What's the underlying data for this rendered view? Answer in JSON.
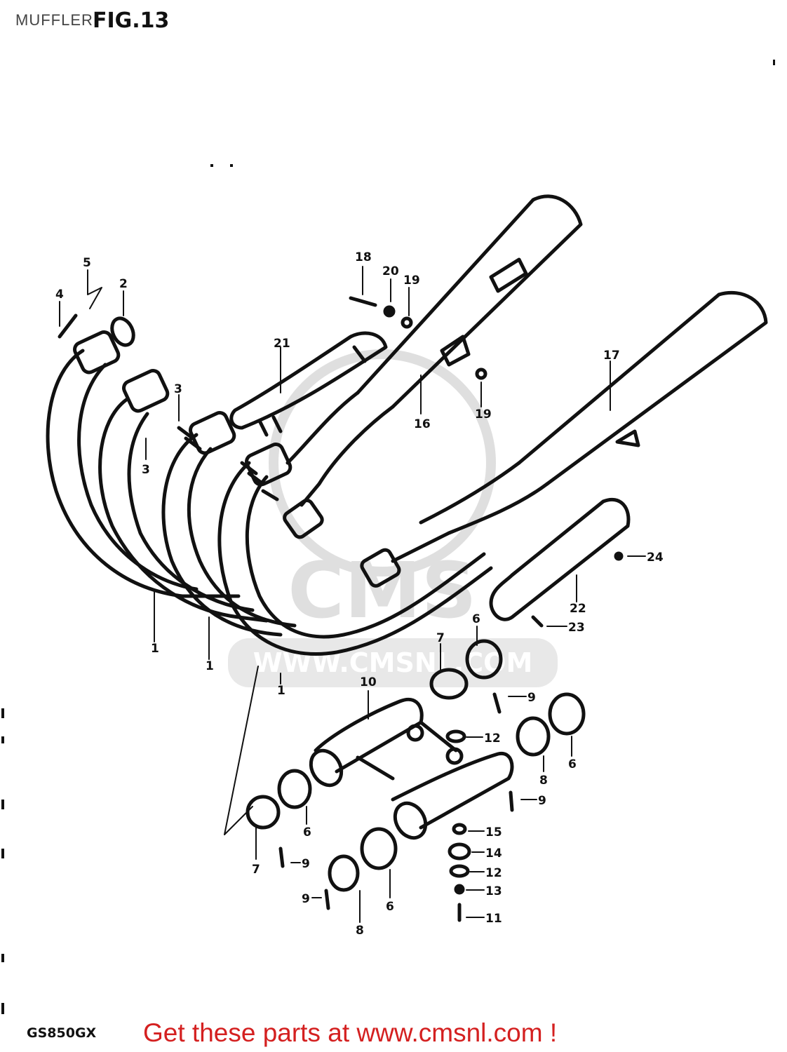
{
  "header": {
    "title": "MUFFLER",
    "figure": "FIG.13"
  },
  "watermark": {
    "brand": "CMS",
    "url": "WWW.CMSNL.COM"
  },
  "footer": {
    "model": "GS850GX",
    "link_text": "Get these parts at www.cmsnl.com !"
  },
  "callouts": [
    {
      "id": "c1a",
      "label": "1"
    },
    {
      "id": "c1b",
      "label": "1"
    },
    {
      "id": "c1c",
      "label": "1"
    },
    {
      "id": "c2",
      "label": "2"
    },
    {
      "id": "c3a",
      "label": "3"
    },
    {
      "id": "c3b",
      "label": "3"
    },
    {
      "id": "c4",
      "label": "4"
    },
    {
      "id": "c5",
      "label": "5"
    },
    {
      "id": "c6a",
      "label": "6"
    },
    {
      "id": "c6b",
      "label": "6"
    },
    {
      "id": "c6c",
      "label": "6"
    },
    {
      "id": "c6d",
      "label": "6"
    },
    {
      "id": "c7a",
      "label": "7"
    },
    {
      "id": "c7b",
      "label": "7"
    },
    {
      "id": "c8a",
      "label": "8"
    },
    {
      "id": "c8b",
      "label": "8"
    },
    {
      "id": "c9a",
      "label": "9"
    },
    {
      "id": "c9b",
      "label": "9"
    },
    {
      "id": "c9c",
      "label": "9"
    },
    {
      "id": "c9d",
      "label": "9"
    },
    {
      "id": "c10",
      "label": "10"
    },
    {
      "id": "c11",
      "label": "11"
    },
    {
      "id": "c12a",
      "label": "12"
    },
    {
      "id": "c12b",
      "label": "12"
    },
    {
      "id": "c13",
      "label": "13"
    },
    {
      "id": "c14",
      "label": "14"
    },
    {
      "id": "c15",
      "label": "15"
    },
    {
      "id": "c16",
      "label": "16"
    },
    {
      "id": "c17",
      "label": "17"
    },
    {
      "id": "c18",
      "label": "18"
    },
    {
      "id": "c19a",
      "label": "19"
    },
    {
      "id": "c19b",
      "label": "19"
    },
    {
      "id": "c20",
      "label": "20"
    },
    {
      "id": "c21",
      "label": "21"
    },
    {
      "id": "c22",
      "label": "22"
    },
    {
      "id": "c23",
      "label": "23"
    },
    {
      "id": "c24",
      "label": "24"
    }
  ],
  "colors": {
    "ink": "#111111",
    "watermark": "#d9d9d9",
    "footer_link": "#d42020"
  }
}
